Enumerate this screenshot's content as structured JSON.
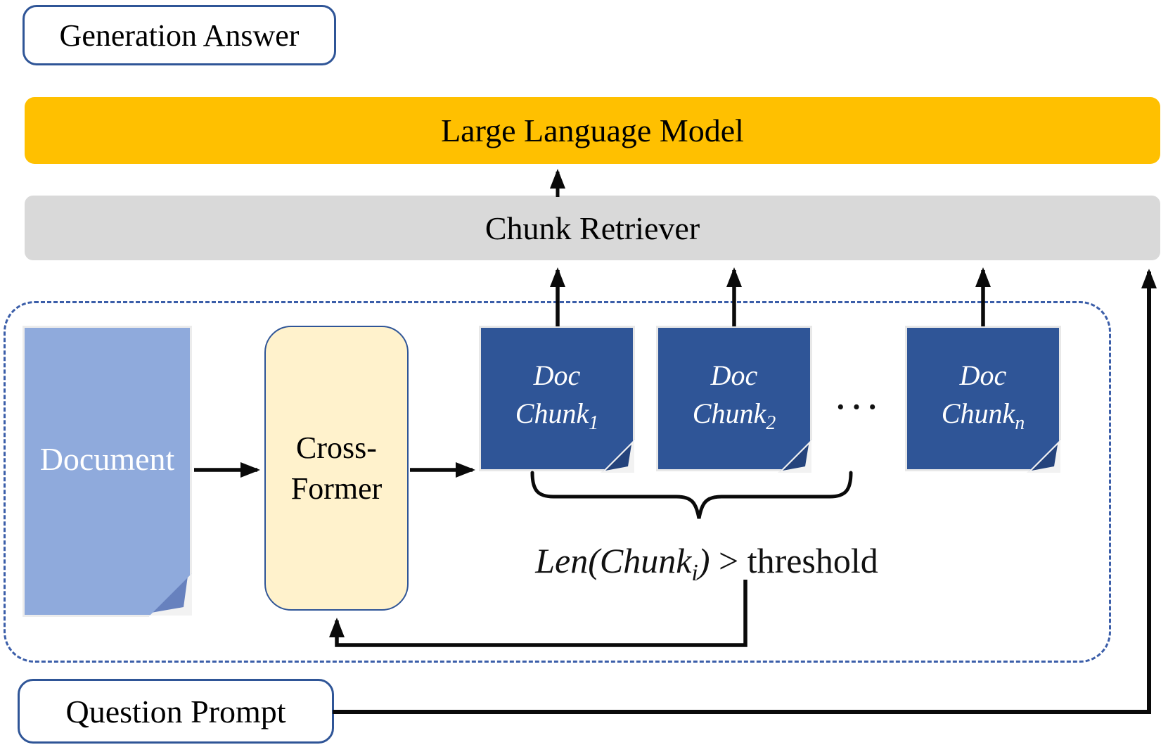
{
  "figure": {
    "generation_answer": "Generation Answer",
    "llm": "Large Language Model",
    "chunk_retriever": "Chunk Retriever",
    "question_prompt": "Question Prompt",
    "document": "Document",
    "cross_former_line1": "Cross-",
    "cross_former_line2": "Former",
    "ellipsis": "···"
  },
  "chunks": [
    {
      "line1": "Doc",
      "base": "Chunk",
      "sub": "1"
    },
    {
      "line1": "Doc",
      "base": "Chunk",
      "sub": "2"
    },
    {
      "line1": "Doc",
      "base": "Chunk",
      "sub": "n"
    }
  ],
  "formula": {
    "lhs": "Len(Chunk",
    "sub": "i",
    "close": ")",
    "rhs": " > threshold"
  },
  "colors": {
    "llm_bar": "#FFC000",
    "retriever_bar": "#D9D9D9",
    "chunk_fill": "#2F5597",
    "chunk_fold": "#24437C",
    "document_fill": "#8FAADC",
    "document_fold": "#6781BE",
    "crossformer_fill": "#FFF2CC",
    "box_border_blue": "#2F5597",
    "dashed_border": "#3B5EA9",
    "arrow": "#0a0a0a"
  }
}
